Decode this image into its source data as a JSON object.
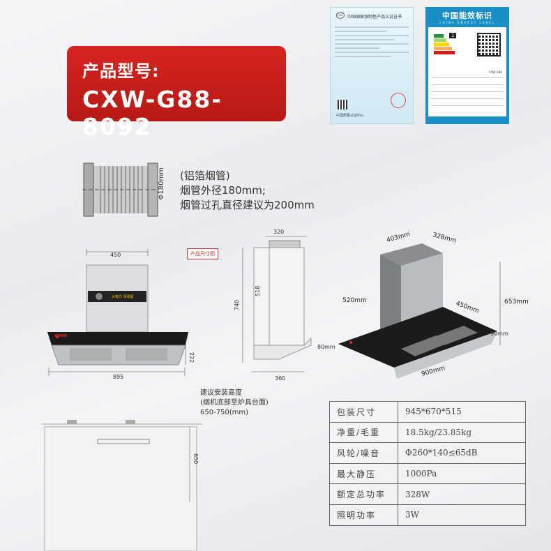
{
  "banner": {
    "line1": "产品型号:",
    "line2": "CXW-G88-8092"
  },
  "cert": {
    "ccc_mark": "CCC",
    "title": "中国国家强制性产品认证证书",
    "footer": "中国质量认证中心"
  },
  "energy_label": {
    "title": "中国能效标识",
    "subtitle": "CHINA ENERGY LABEL",
    "grade": "1",
    "model": "CXW-G88"
  },
  "duct": {
    "diameter_label": "Φ180mm",
    "lines": [
      "(铝箔烟管)",
      "烟管外径180mm;",
      "烟管过孔直径建议为200mm"
    ]
  },
  "front_view": {
    "tag": "产品尺寸图",
    "brand_panel_text": "大吸力 零残留",
    "dims": {
      "top_width": "450",
      "bottom_width": "895",
      "height": "222"
    }
  },
  "side_view": {
    "dims": {
      "top": "320",
      "upper": "518",
      "total": "740",
      "bottom": "360"
    }
  },
  "perspective": {
    "dims": {
      "d1": "403mm",
      "d2": "328mm",
      "h1": "520mm",
      "w1": "450mm",
      "h2": "653mm",
      "b1": "80mm",
      "b2": "90mm",
      "w2": "900mm"
    }
  },
  "install": {
    "lines": [
      "建议安装高度",
      "(烟机底部至炉具台面)",
      "650-750(mm)"
    ],
    "vertical_dim": "650"
  },
  "specs": [
    {
      "label": "包装尺寸",
      "value": "945*670*515"
    },
    {
      "label": "净重/毛重",
      "value": "18.5kg/23.85kg"
    },
    {
      "label": "风轮/噪音",
      "value": "Φ260*140≤65dB"
    },
    {
      "label": "最大静压",
      "value": "1000Pa"
    },
    {
      "label": "额定总功率",
      "value": "328W"
    },
    {
      "label": "照明功率",
      "value": "3W"
    }
  ]
}
